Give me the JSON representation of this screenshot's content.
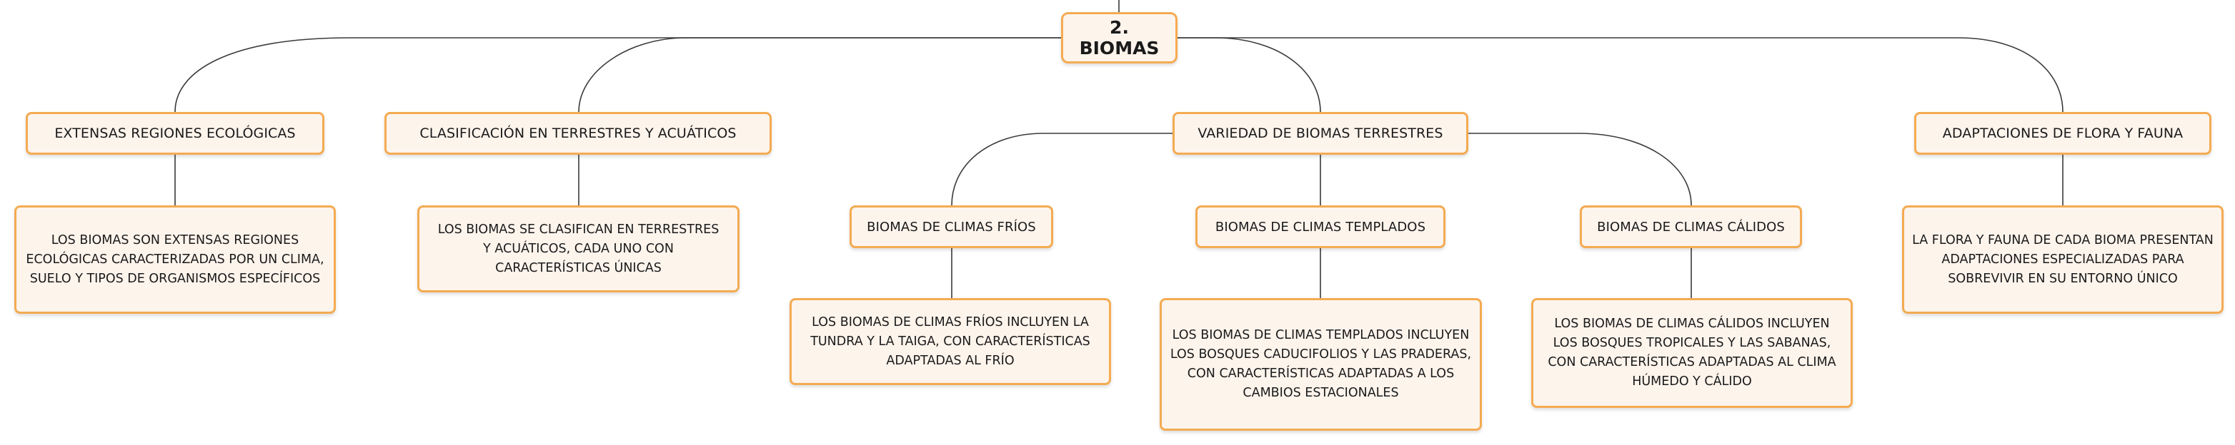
{
  "colors": {
    "node_border": "#f4ab52",
    "node_fill": "#fdf4ec",
    "connector": "#3a3a3a"
  },
  "mindmap": {
    "root": "2. BIOMAS",
    "branches": [
      {
        "label": "EXTENSAS REGIONES ECOLÓGICAS",
        "detail": "LOS BIOMAS SON EXTENSAS REGIONES ECOLÓGICAS CARACTERIZADAS POR UN CLIMA, SUELO Y TIPOS DE ORGANISMOS ESPECÍFICOS"
      },
      {
        "label": "CLASIFICACIÓN EN TERRESTRES Y ACUÁTICOS",
        "detail": "LOS BIOMAS SE CLASIFICAN EN TERRESTRES Y ACUÁTICOS, CADA UNO CON CARACTERÍSTICAS ÚNICAS"
      },
      {
        "label": "VARIEDAD DE BIOMAS TERRESTRES",
        "children": [
          {
            "label": "BIOMAS DE CLIMAS FRÍOS",
            "detail": "LOS BIOMAS DE CLIMAS FRÍOS INCLUYEN LA TUNDRA Y LA TAIGA, CON CARACTERÍSTICAS ADAPTADAS AL FRÍO"
          },
          {
            "label": "BIOMAS DE CLIMAS TEMPLADOS",
            "detail": "LOS BIOMAS DE CLIMAS TEMPLADOS INCLUYEN LOS BOSQUES CADUCIFOLIOS Y LAS PRADERAS, CON CARACTERÍSTICAS ADAPTADAS A LOS CAMBIOS ESTACIONALES"
          },
          {
            "label": "BIOMAS DE CLIMAS CÁLIDOS",
            "detail": "LOS BIOMAS DE CLIMAS CÁLIDOS INCLUYEN LOS BOSQUES TROPICALES Y LAS SABANAS, CON CARACTERÍSTICAS ADAPTADAS AL CLIMA HÚMEDO Y CÁLIDO"
          }
        ]
      },
      {
        "label": "ADAPTACIONES DE FLORA Y FAUNA",
        "detail": "LA FLORA Y FAUNA DE CADA BIOMA PRESENTAN ADAPTACIONES ESPECIALIZADAS PARA SOBREVIVIR EN SU ENTORNO ÚNICO"
      }
    ]
  }
}
